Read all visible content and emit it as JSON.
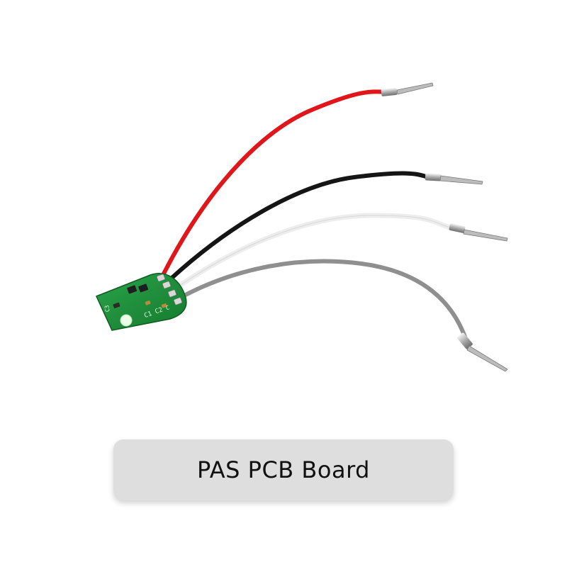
{
  "caption": {
    "text": "PAS PCB Board"
  },
  "product": {
    "board_color": "#1f8a3a",
    "wire_colors": {
      "red": "#e0161b",
      "black": "#151515",
      "white": "#f2f2f2",
      "grey": "#8f8f8f"
    },
    "silkscreen": {
      "label_c3": "C3",
      "label_c1_c2": "C1 C2",
      "label_c": "C"
    }
  }
}
